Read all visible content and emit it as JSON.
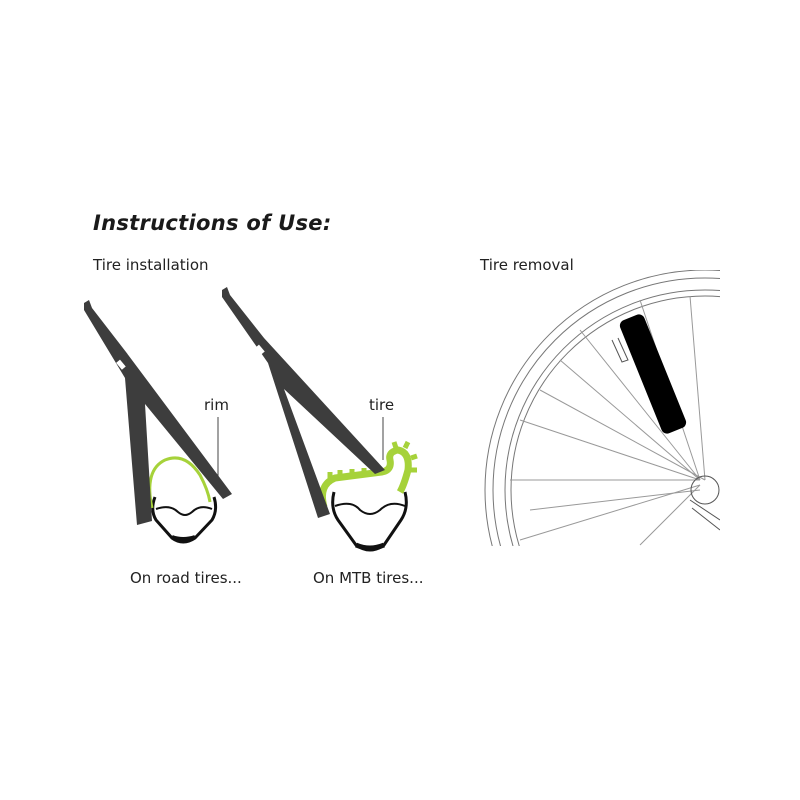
{
  "heading": "Instructions of Use:",
  "installation": {
    "title": "Tire installation",
    "road_caption": "On road tires...",
    "mtb_caption": "On MTB tires...",
    "rim_label": "rim",
    "tire_label": "tire"
  },
  "removal": {
    "title": "Tire removal"
  },
  "colors": {
    "lever": "#3d3d3d",
    "tire": "#a6d23a",
    "removal_lever": "#000000"
  }
}
